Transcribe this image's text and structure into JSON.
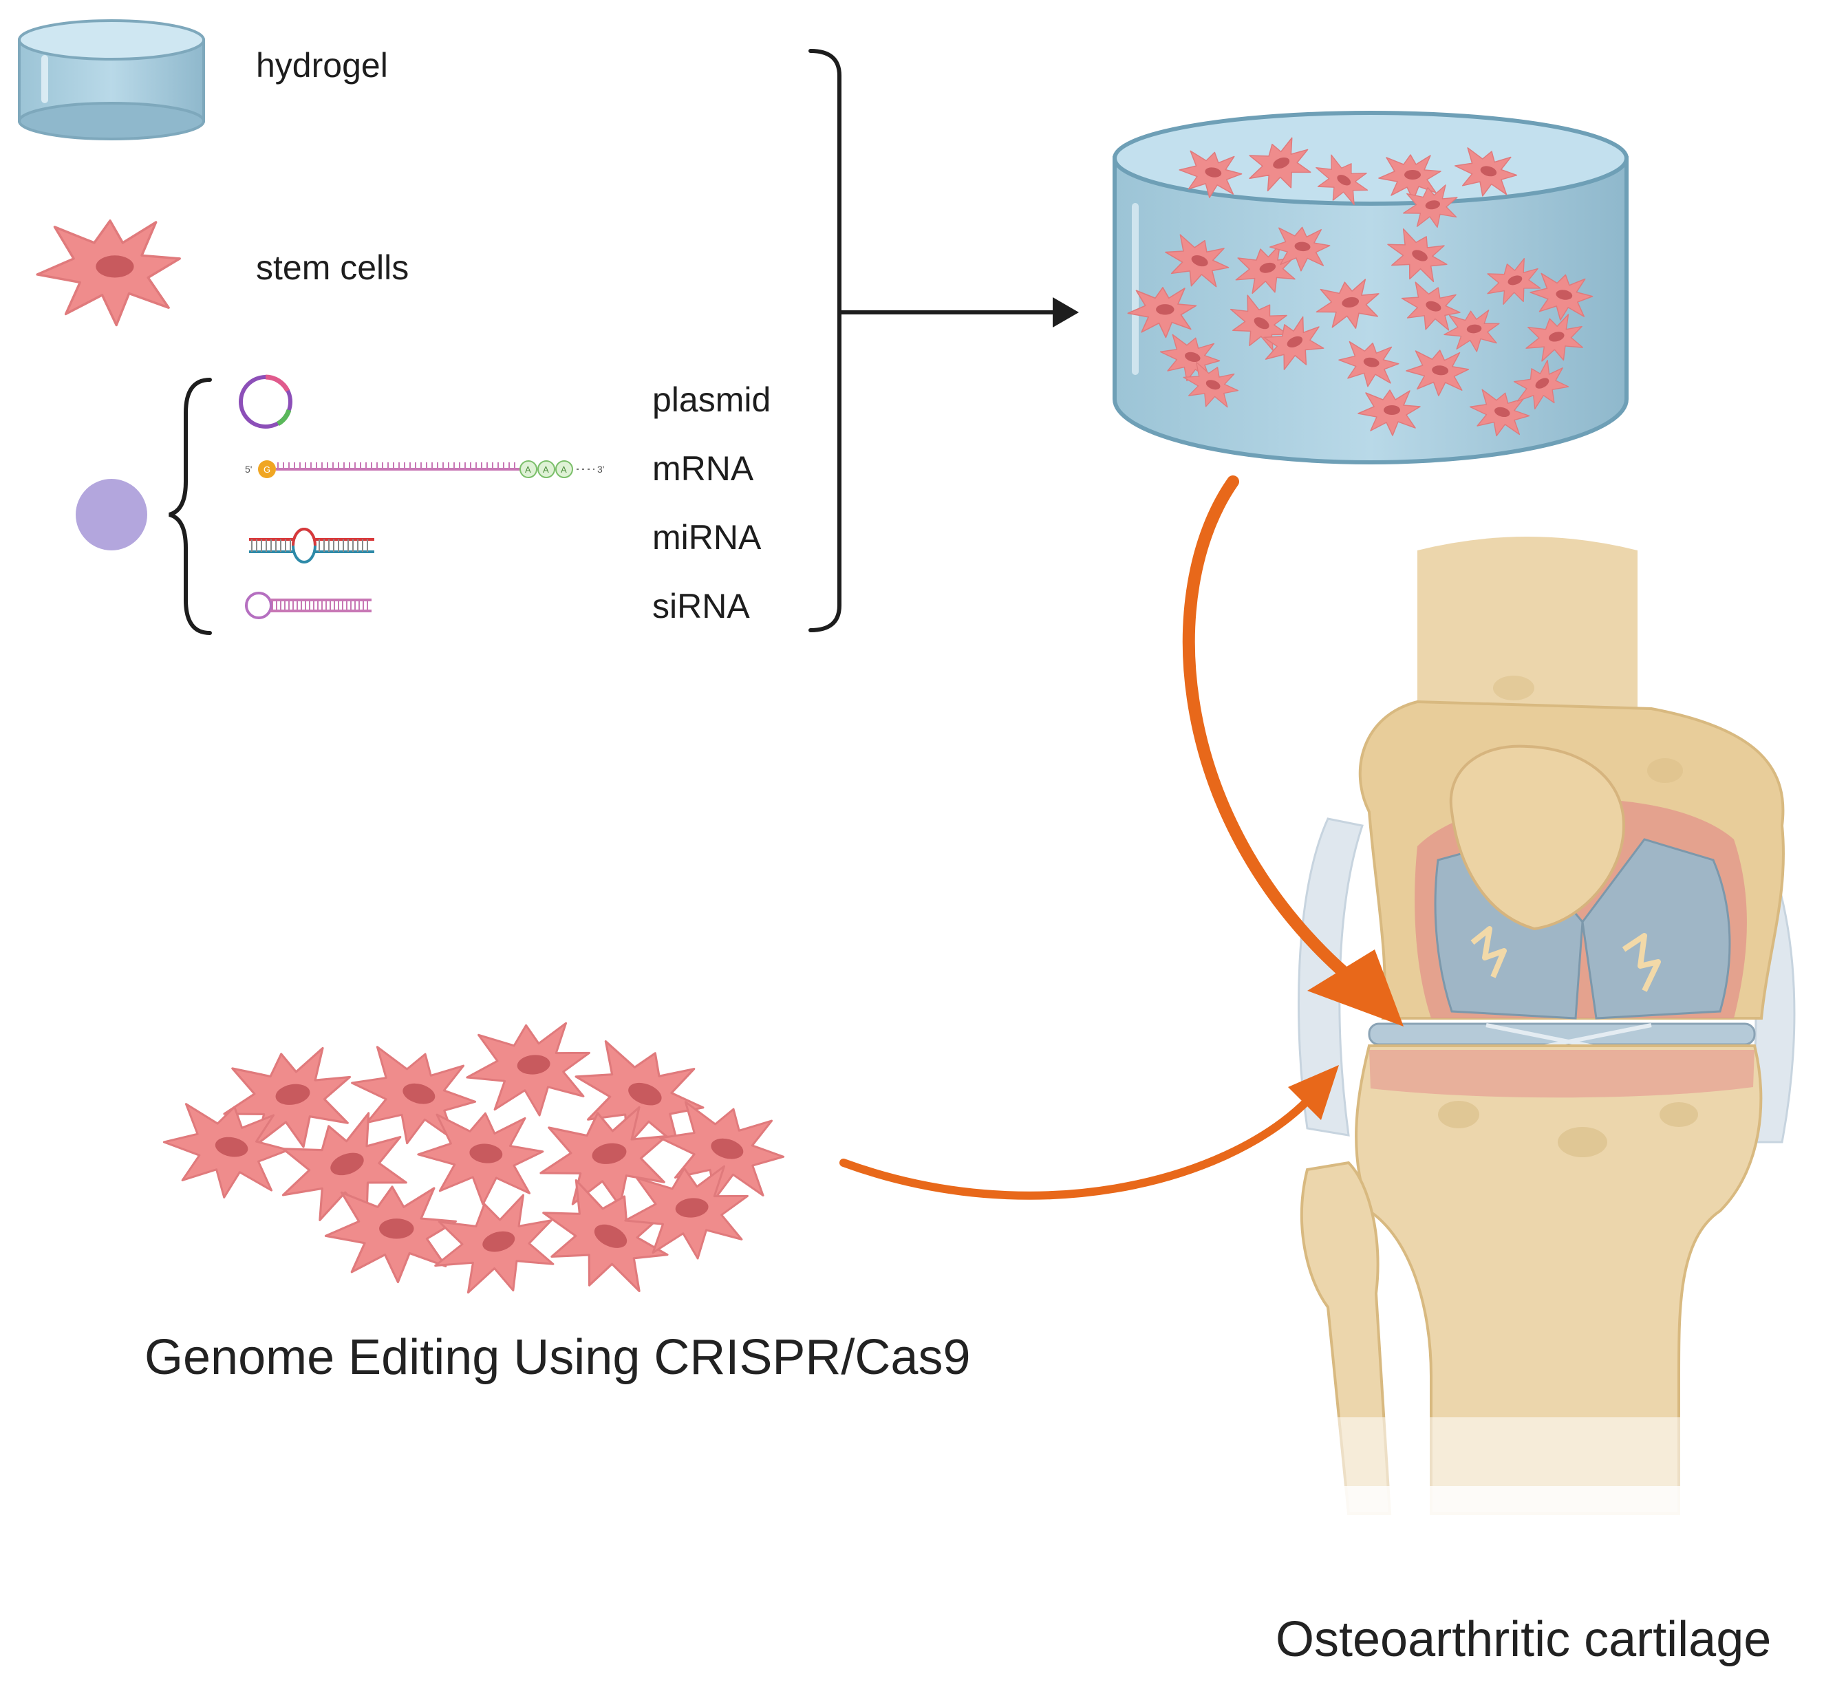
{
  "legend": {
    "hydrogel": "hydrogel",
    "stem_cells": "stem cells",
    "nucleic_acids": {
      "plasmid": "plasmid",
      "mrna": "mRNA",
      "mirna": "miRNA",
      "sirna": "siRNA"
    }
  },
  "mrna_tags": {
    "five_prime": "5'",
    "three_prime": "3'",
    "cap": "G",
    "poly_a": "A"
  },
  "captions": {
    "genome_editing": "Genome Editing Using CRISPR/Cas9",
    "target": "Osteoarthritic cartilage"
  },
  "colors": {
    "cell": "#ef8c8c",
    "cell_nucleus": "#c85a5e",
    "hydrogel": "#a9cfe0",
    "bone": "#e9d2a4",
    "cartilage": "#8fb0c3",
    "arrow": "#e8681a",
    "vector_particle": "#b3a6dd"
  }
}
